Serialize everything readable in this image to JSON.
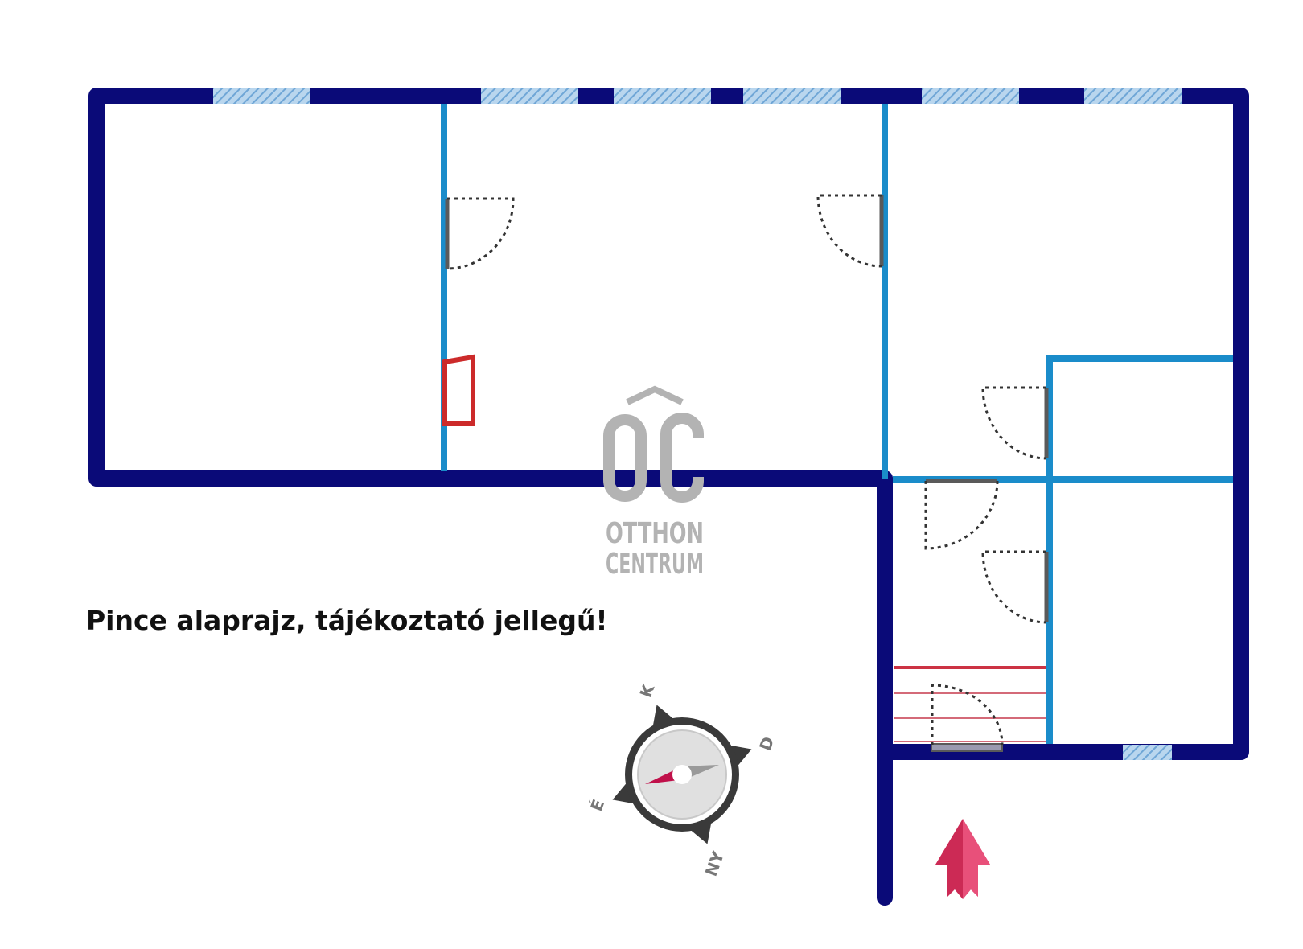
{
  "caption": "Pince alaprajz, tájékoztató jellegű!",
  "logo": {
    "monogram": "OC",
    "line1": "OTTHON",
    "line2": "CENTRUM"
  },
  "compass": {
    "north": "K",
    "east": "D",
    "south": "NY",
    "west": "É"
  },
  "colors": {
    "outer_wall": "#0a0a78",
    "inner_wall": "#1a8cca",
    "window": "#8cbde0",
    "chimney": "#cc2a2a",
    "stairs": "#cc3344",
    "door_leaf": "#5a5a5a",
    "entrance_arrow": "#cc2a55",
    "logo_gray": "#b3b3b3",
    "compass_ring": "#3a3a3a",
    "compass_needle_red": "#c0104a",
    "compass_needle_gray": "#9a9a9a"
  },
  "icons": [
    "door-swing-icon",
    "window-icon",
    "chimney-icon",
    "stairs-icon",
    "entrance-arrow-icon",
    "compass-icon",
    "otthon-centrum-logo"
  ]
}
